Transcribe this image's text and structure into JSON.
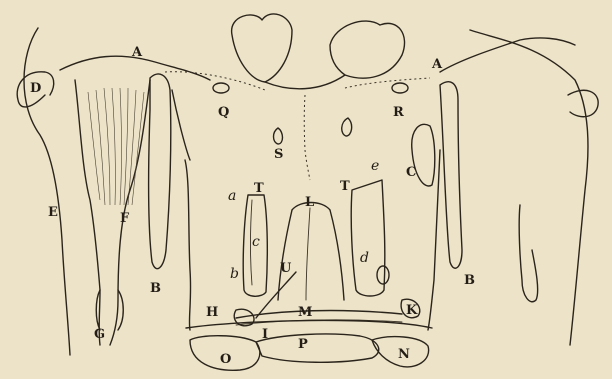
{
  "labels": {
    "A_left": "A",
    "A_right": "A",
    "D": "D",
    "Q": "Q",
    "R": "R",
    "S": "S",
    "E": "E",
    "F": "F",
    "G": "G",
    "B_left": "B",
    "B_right": "B",
    "C": "C",
    "T_left": "T",
    "T_right": "T",
    "L": "L",
    "a": "a",
    "e": "e",
    "c": "c",
    "d": "d",
    "b": "b",
    "U": "U",
    "H": "H",
    "M": "M",
    "K": "K",
    "I": "I",
    "P": "P",
    "O": "O",
    "N": "N"
  },
  "colors": {
    "paper": "#ece3c9",
    "ink": "#2b241b"
  }
}
